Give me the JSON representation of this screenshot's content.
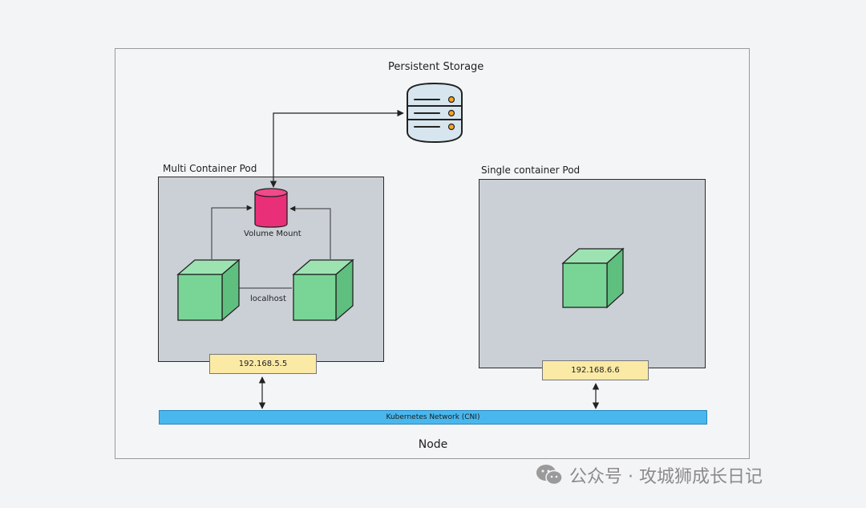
{
  "storage": {
    "title": "Persistent Storage"
  },
  "pods": {
    "multi": {
      "title": "Multi Container Pod",
      "volume_label": "Volume Mount",
      "link_label": "localhost",
      "ip": "192.168.5.5"
    },
    "single": {
      "title": "Single container Pod",
      "ip": "192.168.6.6"
    }
  },
  "network": {
    "label": "Kubernetes Network (CNI)"
  },
  "node": {
    "label": "Node"
  },
  "watermark": {
    "text": "公众号 · 攻城狮成长日记",
    "icon": "wechat-icon"
  },
  "colors": {
    "container_green": "#79d596",
    "volume_pink": "#ea2f79",
    "network_blue": "#48b7ee",
    "ip_yellow": "#fbeaa6",
    "pod_gray": "#cbd0d6"
  }
}
